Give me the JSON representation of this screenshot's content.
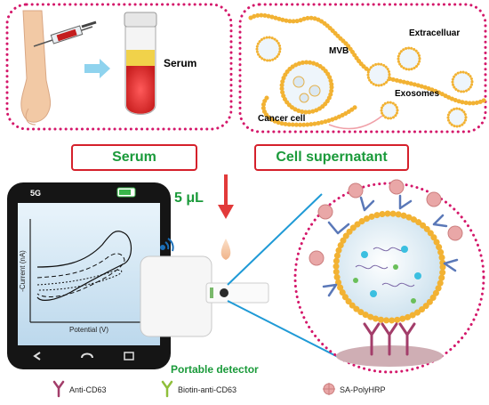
{
  "labels": {
    "serum_tube": "Serum",
    "extracellular": "Extracelluar",
    "mvb": "MVB",
    "exosomes": "Exosomes",
    "cancer_cell": "Cancer cell",
    "serum_box": "Serum",
    "cell_supernatant_box": "Cell supernatant",
    "volume": "5 μL",
    "phone_status": "5G",
    "y_axis": "-Current (nA)",
    "x_axis": "Potential (V)",
    "portable_detector": "Portable detector"
  },
  "legend": [
    {
      "label": "Anti-CD63",
      "icon": "antibody-icon"
    },
    {
      "label": "Biotin-anti-CD63",
      "icon": "biotin-antibody-icon"
    },
    {
      "label": "SA-PolyHRP",
      "icon": "polyhrp-icon"
    }
  ],
  "colors": {
    "dotted_frame": "#d4176a",
    "label_border": "#d5202b",
    "label_text": "#1a9a3a",
    "arrow": "#e23a3a",
    "connector": "#1f9ad6",
    "membrane": "#f2b233",
    "particle": "#e9a7a7"
  }
}
